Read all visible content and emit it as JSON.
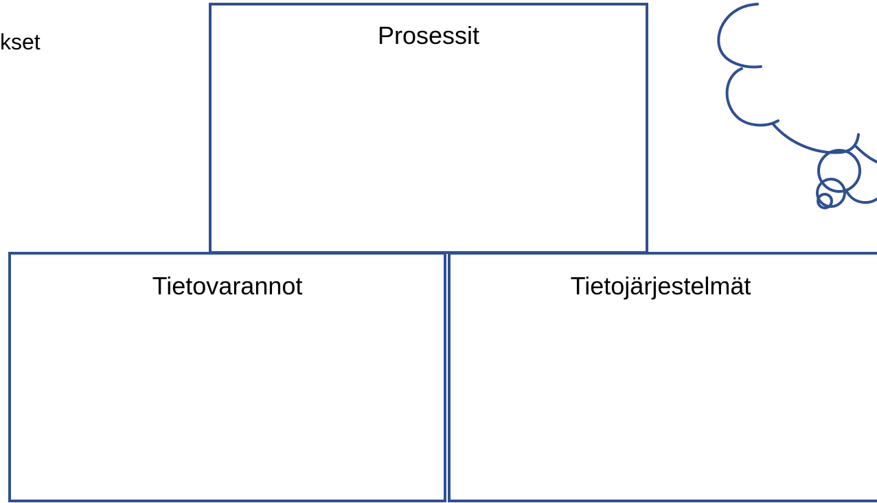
{
  "slide": {
    "partial_heading": "kset"
  },
  "diagram": {
    "processes_label": "Prosessit",
    "data_stores_label": "Tietovarannot",
    "info_systems_label": "Tietojärjestelmät"
  },
  "colors": {
    "outline": "#2f5090",
    "text": "#000000",
    "background": "#ffffff"
  },
  "icons": {
    "thought_bubble": "thought-bubble-icon"
  }
}
